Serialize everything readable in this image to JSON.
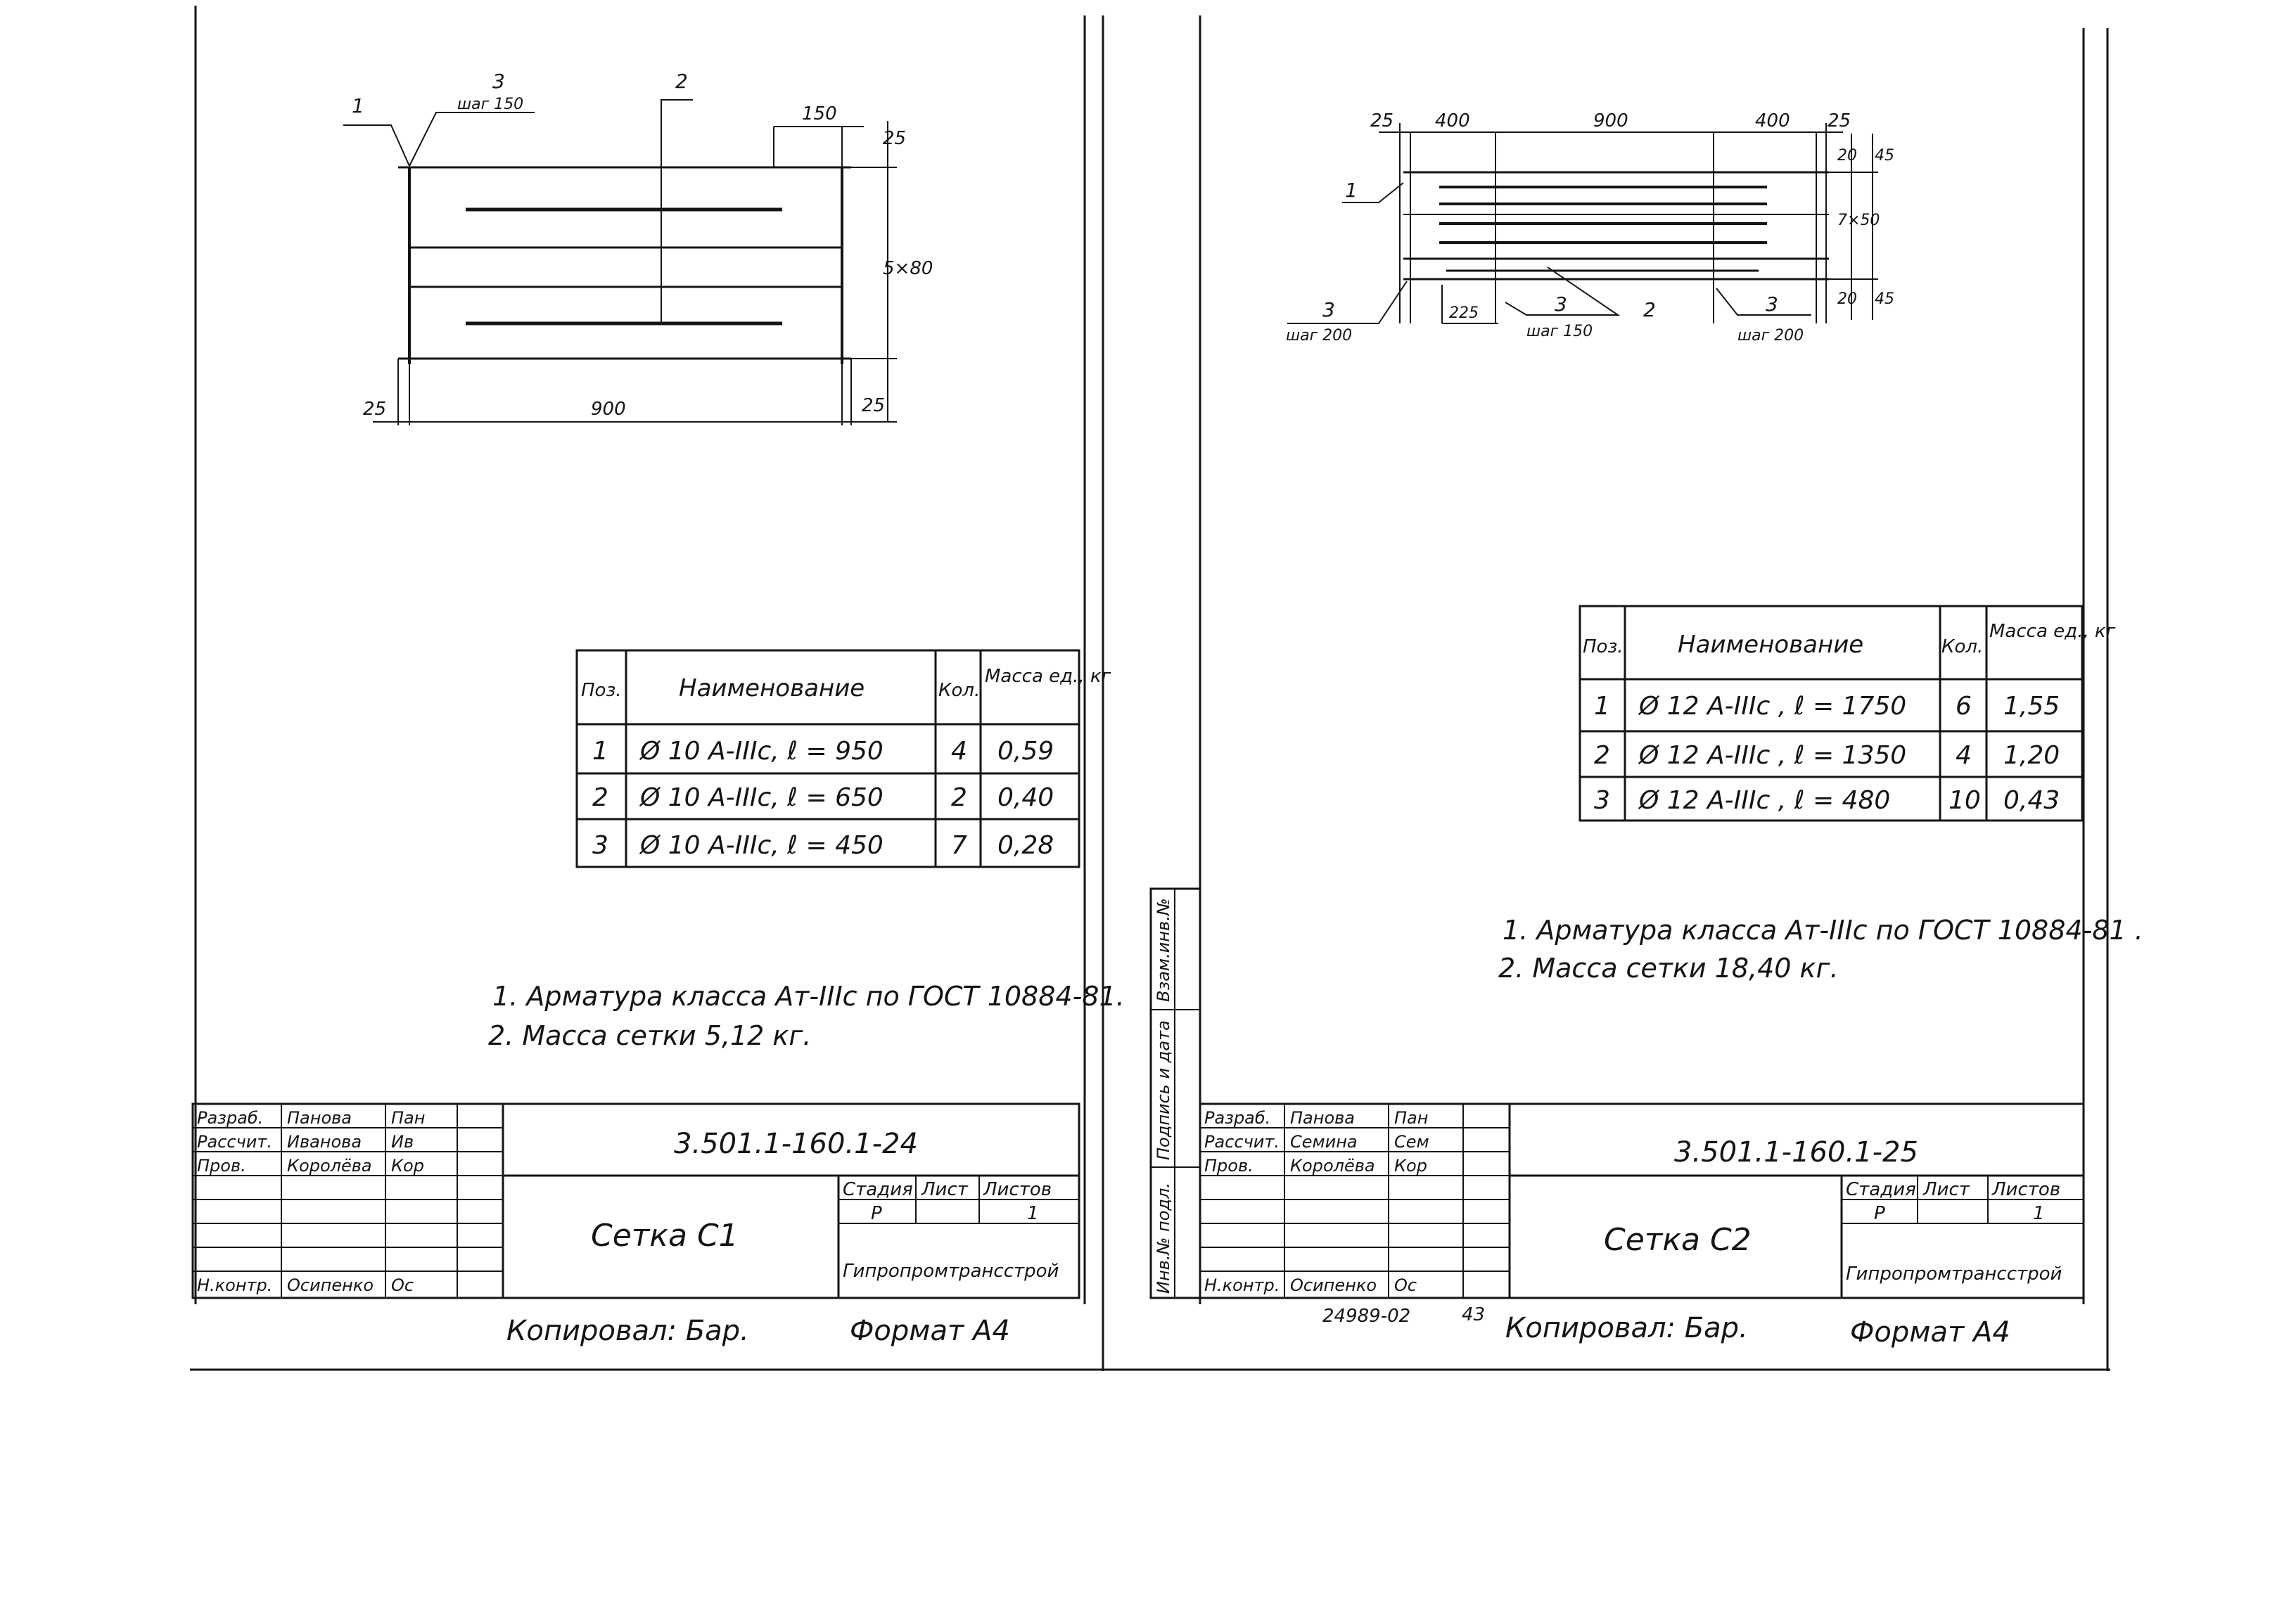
{
  "sheet1": {
    "drawing": {
      "pos_labels": [
        "1",
        "3",
        "2"
      ],
      "step_label": "шаг 150",
      "dims": {
        "top": "150",
        "right_top": "25",
        "right_mid": "5×80",
        "right_bottom": "25",
        "left_bottom": "25",
        "bottom": "900"
      }
    },
    "table": {
      "headers": {
        "pos": "Поз.",
        "name": "Наименование",
        "qty": "Кол.",
        "mass": "Масса ед., кг"
      },
      "rows": [
        {
          "pos": "1",
          "name": "Ø 10 A-IIIс, ℓ = 950",
          "qty": "4",
          "mass": "0,59"
        },
        {
          "pos": "2",
          "name": "Ø 10 A-IIIс, ℓ = 650",
          "qty": "2",
          "mass": "0,40"
        },
        {
          "pos": "3",
          "name": "Ø 10 A-IIIс, ℓ = 450",
          "qty": "7",
          "mass": "0,28"
        }
      ]
    },
    "notes": [
      "1. Арматура класса Aт-IIIс по ГОСТ 10884-81.",
      "2. Масса сетки 5,12 кг."
    ],
    "title_block": {
      "rows": [
        {
          "role": "Разраб.",
          "name": "Панова",
          "sign": "Пан"
        },
        {
          "role": "Рассчит.",
          "name": "Иванова",
          "sign": "Ив"
        },
        {
          "role": "Пров.",
          "name": "Королёва",
          "sign": "Кор"
        },
        {
          "role": "",
          "name": "",
          "sign": ""
        },
        {
          "role": "",
          "name": "",
          "sign": ""
        },
        {
          "role": "",
          "name": "",
          "sign": ""
        },
        {
          "role": "Н.контр.",
          "name": "Осипенко",
          "sign": "Ос"
        }
      ],
      "code": "3.501.1-160.1-24",
      "title": "Сетка С1",
      "stage_header": "Стадия",
      "sheet_header": "Лист",
      "sheets_header": "Листов",
      "stage": "Р",
      "sheets": "1",
      "org": "Гипропромтрансстрой"
    },
    "footer": {
      "copied": "Копировал: Бар.",
      "format": "Формат А4"
    }
  },
  "sheet2": {
    "drawing": {
      "dims_top": [
        "25",
        "400",
        "900",
        "400",
        "25"
      ],
      "dims_right": [
        "20",
        "45",
        "7×50",
        "20",
        "45"
      ],
      "dim_225": "225",
      "pos_labels": {
        "p1": "1",
        "p3a": "3",
        "p3b": "3",
        "p2": "2",
        "p3c": "3"
      },
      "steps": {
        "a": "шаг 200",
        "b": "шаг 150",
        "c": "шаг 200"
      }
    },
    "table": {
      "headers": {
        "pos": "Поз.",
        "name": "Наименование",
        "qty": "Кол.",
        "mass": "Масса ед., кг"
      },
      "rows": [
        {
          "pos": "1",
          "name": "Ø 12 A-IIIс , ℓ = 1750",
          "qty": "6",
          "mass": "1,55"
        },
        {
          "pos": "2",
          "name": "Ø 12 A-IIIс , ℓ = 1350",
          "qty": "4",
          "mass": "1,20"
        },
        {
          "pos": "3",
          "name": "Ø 12 A-IIIс , ℓ = 480",
          "qty": "10",
          "mass": "0,43"
        }
      ]
    },
    "notes": [
      "1. Арматура класса Aт-IIIс по ГОСТ 10884-81 .",
      "2. Масса сетки 18,40 кг."
    ],
    "side_stamp": [
      "Взам.инв.№",
      "Подпись и дата",
      "Инв.№ подл."
    ],
    "title_block": {
      "rows": [
        {
          "role": "Разраб.",
          "name": "Панова",
          "sign": "Пан"
        },
        {
          "role": "Рассчит.",
          "name": "Семина",
          "sign": "Сем"
        },
        {
          "role": "Пров.",
          "name": "Королёва",
          "sign": "Кор"
        },
        {
          "role": "",
          "name": "",
          "sign": ""
        },
        {
          "role": "",
          "name": "",
          "sign": ""
        },
        {
          "role": "",
          "name": "",
          "sign": ""
        },
        {
          "role": "Н.контр.",
          "name": "Осипенко",
          "sign": "Ос"
        }
      ],
      "code": "3.501.1-160.1-25",
      "title": "Сетка С2",
      "stage_header": "Стадия",
      "sheet_header": "Лист",
      "sheets_header": "Листов",
      "stage": "Р",
      "sheets": "1",
      "org": "Гипропромтрансстрой"
    },
    "footer": {
      "archive": "24989-02",
      "page": "43",
      "copied": "Копировал: Бар.",
      "format": "Формат А4"
    }
  }
}
